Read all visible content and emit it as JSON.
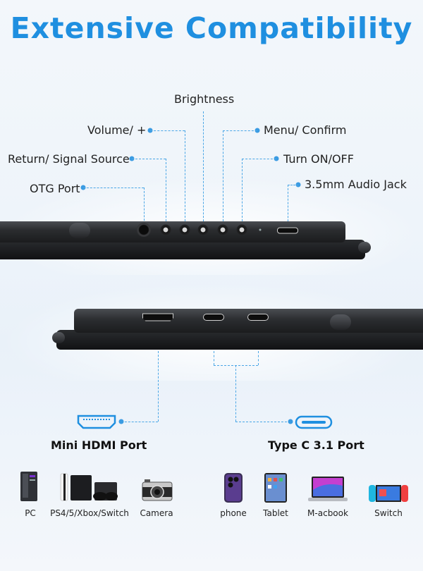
{
  "title": "Extensive Compatibility",
  "callouts": {
    "brightness": "Brightness",
    "volume": "Volume/ +",
    "menu": "Menu/ Confirm",
    "return": "Return/ Signal Source",
    "power": "Turn ON/OFF",
    "otg": "OTG Port",
    "audio": "3.5mm Audio Jack"
  },
  "ports": {
    "hdmi": "Mini HDMI Port",
    "typec": "Type C 3.1 Port"
  },
  "devices": [
    {
      "label": "PC",
      "icon": "pc-tower-icon"
    },
    {
      "label": "PS4/5/Xbox/Switch",
      "icon": "game-console-icon"
    },
    {
      "label": "Camera",
      "icon": "camera-icon"
    },
    {
      "label": "phone",
      "icon": "phone-icon"
    },
    {
      "label": "Tablet",
      "icon": "tablet-icon"
    },
    {
      "label": "M-acbook",
      "icon": "laptop-icon"
    },
    {
      "label": "Switch",
      "icon": "switch-console-icon"
    }
  ],
  "colors": {
    "accent": "#1f8fe0",
    "leader": "#4aa6e6",
    "device_body": "#2b2d30"
  }
}
